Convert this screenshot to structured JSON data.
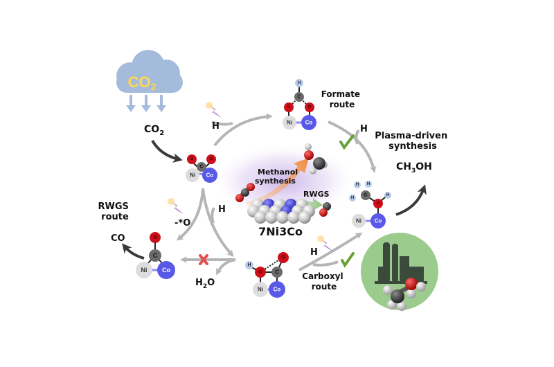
{
  "diagram": {
    "title": "Plasma-driven CO2 hydrogenation to methanol over 7Ni3Co catalyst",
    "cloud": {
      "label_main": "CO",
      "label_sub": "2",
      "icon": "cloud-icon"
    },
    "labels": {
      "co2_feed_main": "CO",
      "co2_feed_sub": "2",
      "h_top": "H",
      "h_formate": "H",
      "h_mid": "H",
      "h_carboxyl": "H",
      "minus_o": "-*O",
      "formate_route": [
        "Formate",
        "route"
      ],
      "rwgs_route": [
        "RWGS",
        "route"
      ],
      "carboxyl_route": [
        "Carboxyl",
        "route"
      ],
      "plasma_driven": [
        "Plasma-driven",
        "synthesis"
      ],
      "product_ch3oh": {
        "a": "CH",
        "sub": "3",
        "b": "OH"
      },
      "co_product": "CO",
      "h2o_product": {
        "a": "H",
        "sub": "2",
        "b": "O"
      },
      "catalyst": "7Ni3Co",
      "methanol_synthesis": [
        "Methanol",
        "synthesis"
      ],
      "rwgs_inset": "RWGS"
    },
    "atoms": {
      "ni": "Ni",
      "co": "Co",
      "c": "C",
      "o": "O",
      "h": "H"
    },
    "status_marks": {
      "formate_check": "check-icon",
      "carboxyl_check": "check-icon",
      "rwgs_block": "cross-icon"
    },
    "colors": {
      "ni": "#dcdcdc",
      "co": "#5a5ae6",
      "oxygen": "#d0101a",
      "carbon": "#6b6b6b",
      "hydrogen": "#b7cde8",
      "arrow_gray": "#b5b5b5",
      "arrow_dark": "#3a3a3a",
      "check": "#6aa03a",
      "cross": "#e84c4c",
      "cloud": "#9fb7d9",
      "cloud_text": "#f5d36a",
      "factory_bg": "#9cc98e",
      "factory": "#3b4a3a",
      "plasma_glow": "#c9b3e6",
      "methanol_arrow": "#f08a3c",
      "rwgs_arrow": "#8ec27a"
    }
  }
}
